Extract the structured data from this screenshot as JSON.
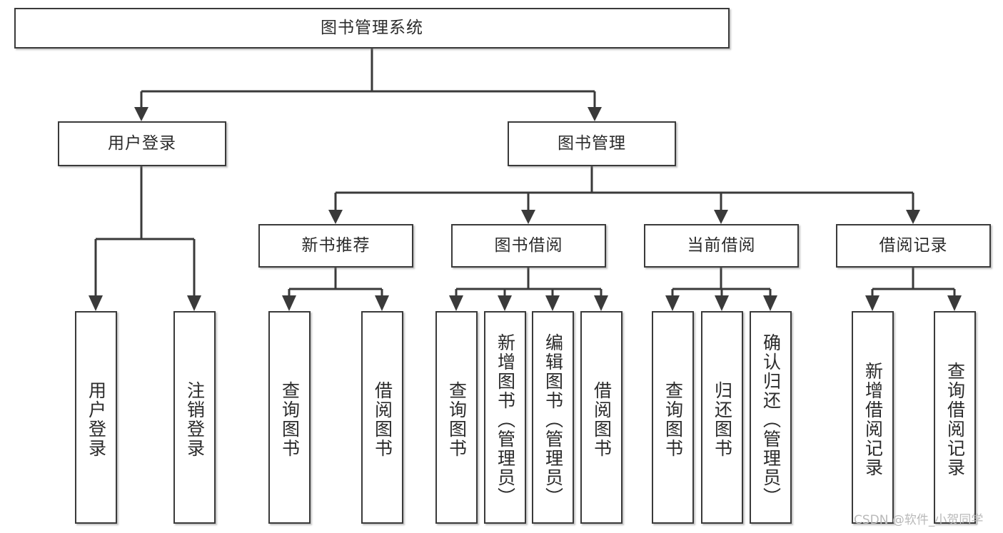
{
  "diagram": {
    "title": "图书管理系统",
    "watermark": "CSDN @软件_小贺同学",
    "root": {
      "label": "图书管理系统"
    },
    "level1": [
      {
        "label": "用户登录"
      },
      {
        "label": "图书管理"
      }
    ],
    "level2": [
      {
        "label": "新书推荐"
      },
      {
        "label": "图书借阅"
      },
      {
        "label": "当前借阅"
      },
      {
        "label": "借阅记录"
      }
    ],
    "leaves": {
      "user_login": [
        {
          "label": "用户登录"
        },
        {
          "label": "注销登录"
        }
      ],
      "new_book_recommend": [
        {
          "label": "查询图书"
        },
        {
          "label": "借阅图书"
        }
      ],
      "book_borrow": [
        {
          "label": "查询图书"
        },
        {
          "label": "新增图书（管理员）"
        },
        {
          "label": "编辑图书（管理员）"
        },
        {
          "label": "借阅图书"
        }
      ],
      "current_borrow": [
        {
          "label": "查询图书"
        },
        {
          "label": "归还图书"
        },
        {
          "label": "确认归还（管理员）"
        }
      ],
      "borrow_record": [
        {
          "label": "新增借阅记录"
        },
        {
          "label": "查询借阅记录"
        }
      ]
    },
    "colors": {
      "stroke": "#3a3a3a",
      "fill": "#ffffff",
      "text": "#2b2b2b",
      "watermark": "#b9b9b9"
    }
  }
}
